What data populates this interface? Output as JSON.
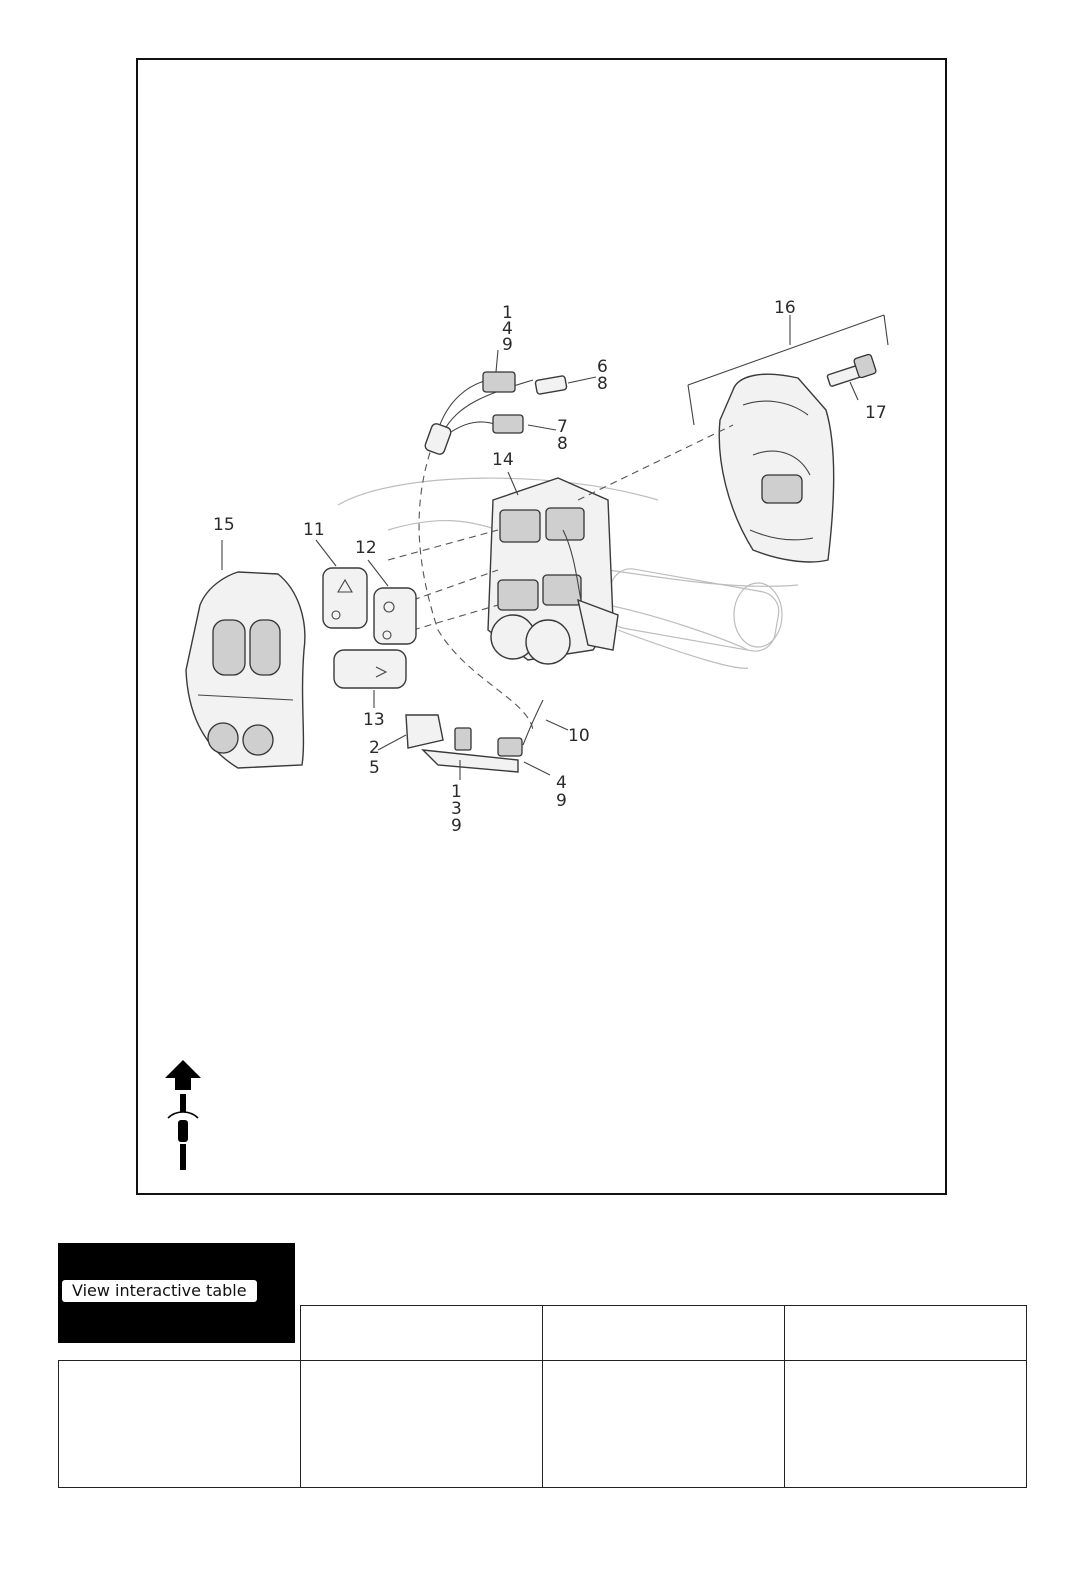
{
  "callouts": {
    "c1_top": "1",
    "c4_top": "4",
    "c9_top": "9",
    "c6": "6",
    "c8_a": "8",
    "c7": "7",
    "c8_b": "8",
    "c14": "14",
    "c16": "16",
    "c17": "17",
    "c15": "15",
    "c11": "11",
    "c12": "12",
    "c13": "13",
    "c10": "10",
    "c2": "2",
    "c5": "5",
    "c1_bot": "1",
    "c3": "3",
    "c9_bot": "9",
    "c4_bot": "4",
    "c9_right": "9"
  },
  "table": {
    "button_label": "View interactive table",
    "header_cells": [
      "",
      "",
      "",
      ""
    ],
    "rows": [
      [
        "",
        "",
        "",
        ""
      ]
    ]
  },
  "colors": {
    "frame": "#111111",
    "header_block": "#000000",
    "background": "#ffffff"
  },
  "icons": [
    "front-direction-arrow-icon"
  ]
}
